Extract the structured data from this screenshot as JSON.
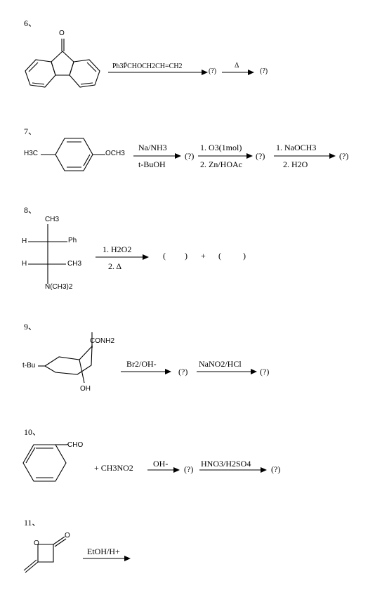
{
  "problems": [
    {
      "number": "6、",
      "structure_labels": [
        "O"
      ],
      "reagents": [
        "Ph3P̄CHOCH2CH=CH2",
        "Δ"
      ],
      "products": [
        "(?)",
        "(?)"
      ]
    },
    {
      "number": "7、",
      "structure_labels": [
        "H3C",
        "OCH3"
      ],
      "reagents": [
        "Na/NH3",
        "t-BuOH",
        "1. O3(1mol)",
        "2. Zn/HOAc",
        "1. NaOCH3",
        "2. H2O"
      ],
      "products": [
        "(?)",
        "(?)",
        "(?)"
      ]
    },
    {
      "number": "8、",
      "structure_labels": [
        "CH3",
        "H",
        "Ph",
        "H",
        "CH3",
        "N(CH3)2"
      ],
      "reagents": [
        "1. H2O2",
        "2. Δ"
      ],
      "products": [
        "(",
        ")",
        "+",
        "(",
        ")"
      ]
    },
    {
      "number": "9、",
      "structure_labels": [
        "CONH2",
        "t-Bu",
        "OH"
      ],
      "reagents": [
        "Br2/OH-",
        "NaNO2/HCl"
      ],
      "products": [
        "(?)",
        "(?)"
      ]
    },
    {
      "number": "10、",
      "structure_labels": [
        "CHO"
      ],
      "reagents": [
        "+ CH3NO2",
        "OH-",
        "HNO3/H2SO4"
      ],
      "products": [
        "(?)",
        "(?)"
      ]
    },
    {
      "number": "11、",
      "structure_labels": [
        "O",
        "O"
      ],
      "reagents": [
        "EtOH/H+"
      ],
      "products": []
    }
  ]
}
